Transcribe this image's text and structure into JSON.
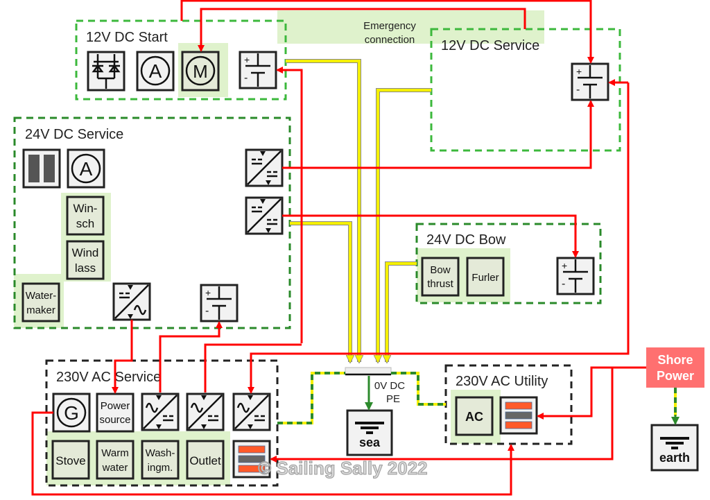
{
  "title": "Boat electrical system diagram",
  "zones": {
    "dc12_start": "12V DC Start",
    "dc12_service": "12V DC Service",
    "dc24_service": "24V DC Service",
    "dc24_bow": "24V DC Bow",
    "ac230_service": "230V AC Service",
    "ac230_utility": "230V AC Utility"
  },
  "emergency": [
    "Emergency",
    "connection"
  ],
  "components": {
    "ammeter": "A",
    "motor": "M",
    "generator": "G",
    "winsch": [
      "Win-",
      "sch"
    ],
    "windlass": [
      "Wind",
      "lass"
    ],
    "watermaker": [
      "Water-",
      "maker"
    ],
    "bow_thrust": [
      "Bow",
      "thrust"
    ],
    "furler": "Furler",
    "power_source": [
      "Power",
      "source"
    ],
    "stove": "Stove",
    "warm_water": [
      "Warm",
      "water"
    ],
    "washingm": [
      "Wash-",
      "ingm."
    ],
    "outlet": "Outlet",
    "ac": "AC",
    "sea": "sea",
    "earth": "earth",
    "battery_plus": "+",
    "battery_minus": "-"
  },
  "busbar": [
    "0V DC",
    "PE"
  ],
  "shore_power": [
    "Shore",
    "Power"
  ],
  "watermark": "© Sailing Sally 2022",
  "colors": {
    "power_line": "#ff0000",
    "ground_line": "#f5f000",
    "pe_line": "#2c8a2c",
    "group_highlight": "#dff2cc",
    "shore_fill": "#ff7070",
    "breaker_red": "#ff5a2a",
    "breaker_gray": "#666666"
  }
}
